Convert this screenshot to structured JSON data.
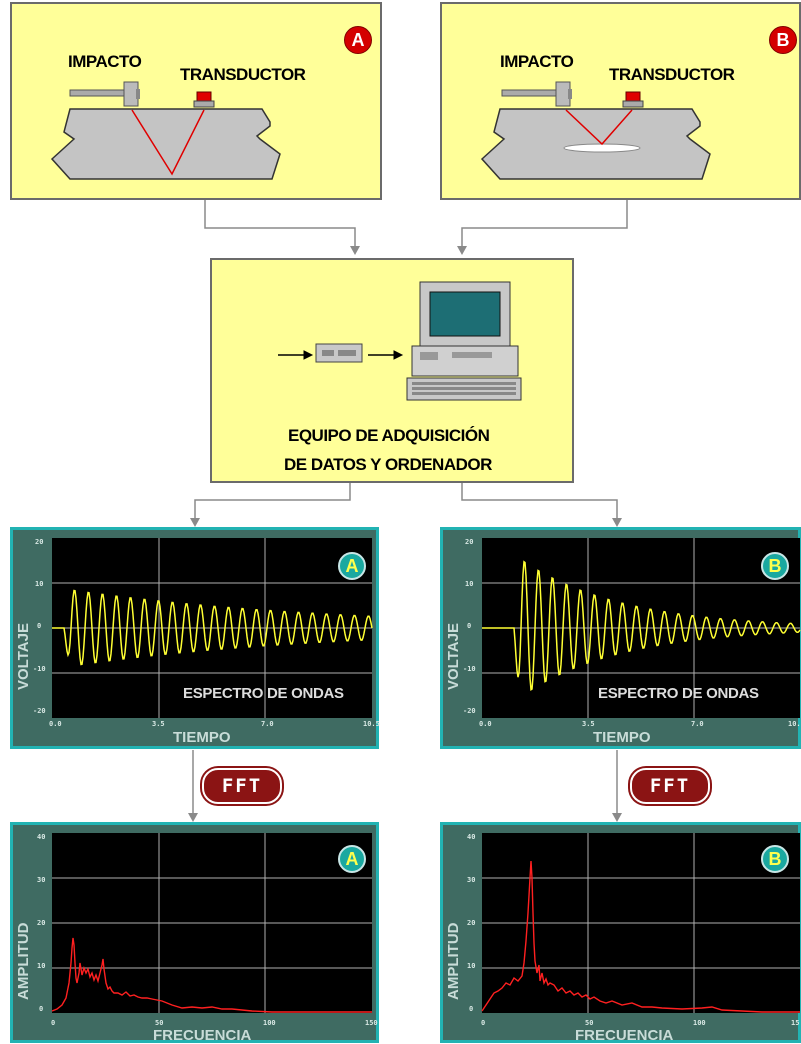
{
  "top_panels": [
    {
      "badge": "A",
      "impact_label": "IMPACTO",
      "transducer_label": "TRANSDUCTOR"
    },
    {
      "badge": "B",
      "impact_label": "IMPACTO",
      "transducer_label": "TRANSDUCTOR"
    }
  ],
  "acquisition": {
    "line1": "EQUIPO DE ADQUISICIÓN",
    "line2": "DE DATOS Y ORDENADOR"
  },
  "fft_label": "FFT",
  "time_plots": [
    {
      "badge": "A",
      "ylabel": "VOLTAJE",
      "xlabel": "TIEMPO",
      "caption": "ESPECTRO DE ONDAS",
      "yticks": [
        "20",
        "10",
        "0",
        "-10",
        "-20"
      ],
      "xticks": [
        "0.0",
        "3.5",
        "7.0",
        "10.5"
      ]
    },
    {
      "badge": "B",
      "ylabel": "VOLTAJE",
      "xlabel": "TIEMPO",
      "caption": "ESPECTRO DE ONDAS",
      "yticks": [
        "20",
        "10",
        "0",
        "-10",
        "-20"
      ],
      "xticks": [
        "0.0",
        "3.5",
        "7.0",
        "10."
      ]
    }
  ],
  "freq_plots": [
    {
      "badge": "A",
      "ylabel": "AMPLITUD",
      "xlabel": "FRECUENCIA",
      "yticks": [
        "40",
        "30",
        "20",
        "10",
        "0"
      ],
      "xticks": [
        "0",
        "50",
        "100",
        "150"
      ]
    },
    {
      "badge": "B",
      "ylabel": "AMPLITUD",
      "xlabel": "FRECUENCIA",
      "yticks": [
        "40",
        "30",
        "20",
        "10",
        "0"
      ],
      "xticks": [
        "0",
        "50",
        "100",
        "15"
      ]
    }
  ],
  "colors": {
    "panel": "#ffff99",
    "plot_frame": "#22b3b3",
    "plot_bg": "#3f6b62",
    "wave": "#ffff33",
    "spectrum": "#ff2020",
    "fft": "#8b1414"
  }
}
